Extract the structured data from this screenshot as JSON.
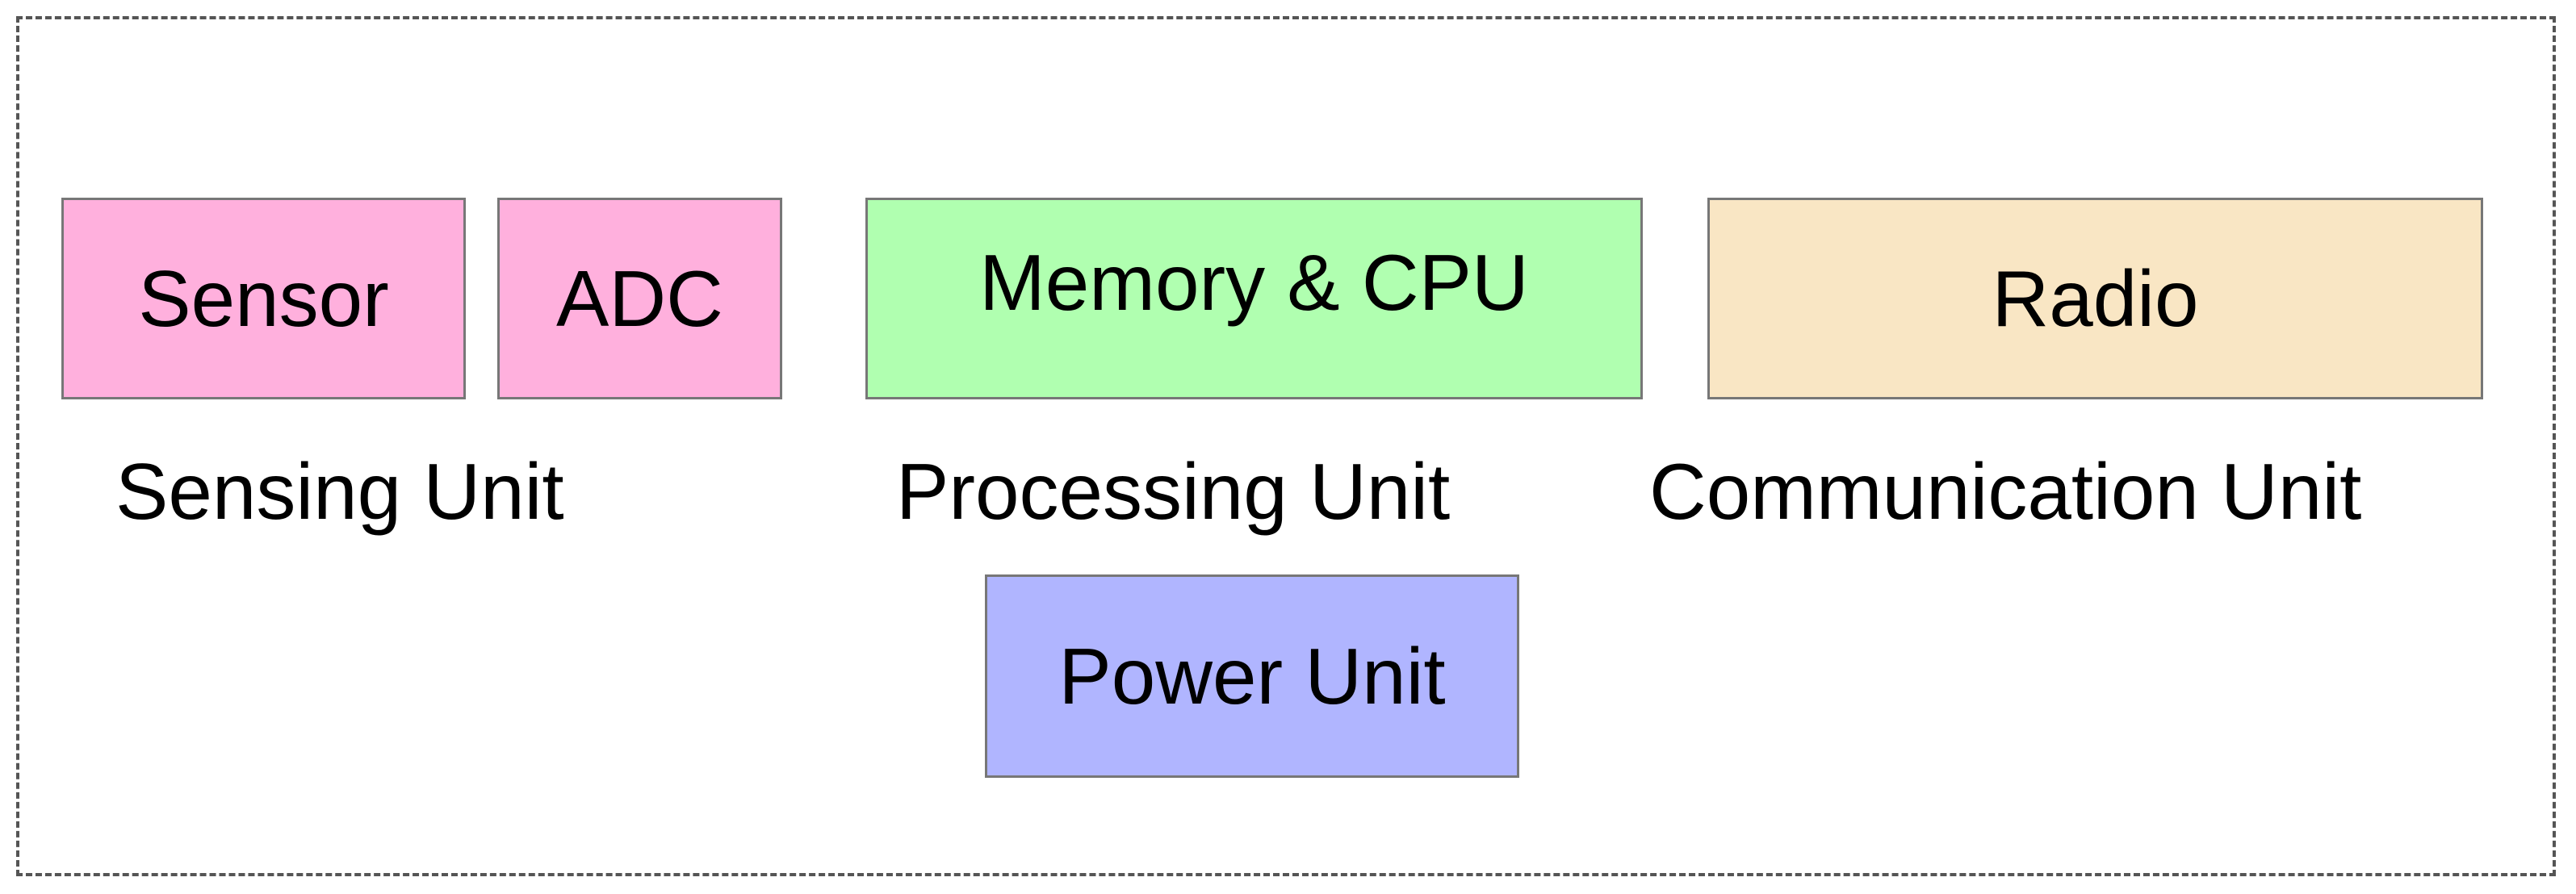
{
  "diagram": {
    "blocks": {
      "sensor": {
        "label": "Sensor",
        "color": "#FFB0DD"
      },
      "adc": {
        "label": "ADC",
        "color": "#FFB0DD"
      },
      "memory_cpu": {
        "label": "Memory & CPU",
        "color": "#B0FFB0"
      },
      "radio": {
        "label": "Radio",
        "color": "#F9E6C4"
      },
      "power": {
        "label": "Power Unit",
        "color": "#B0B5FF"
      }
    },
    "captions": {
      "sensing": "Sensing Unit",
      "processing": "Processing Unit",
      "communication": "Communication Unit"
    }
  }
}
